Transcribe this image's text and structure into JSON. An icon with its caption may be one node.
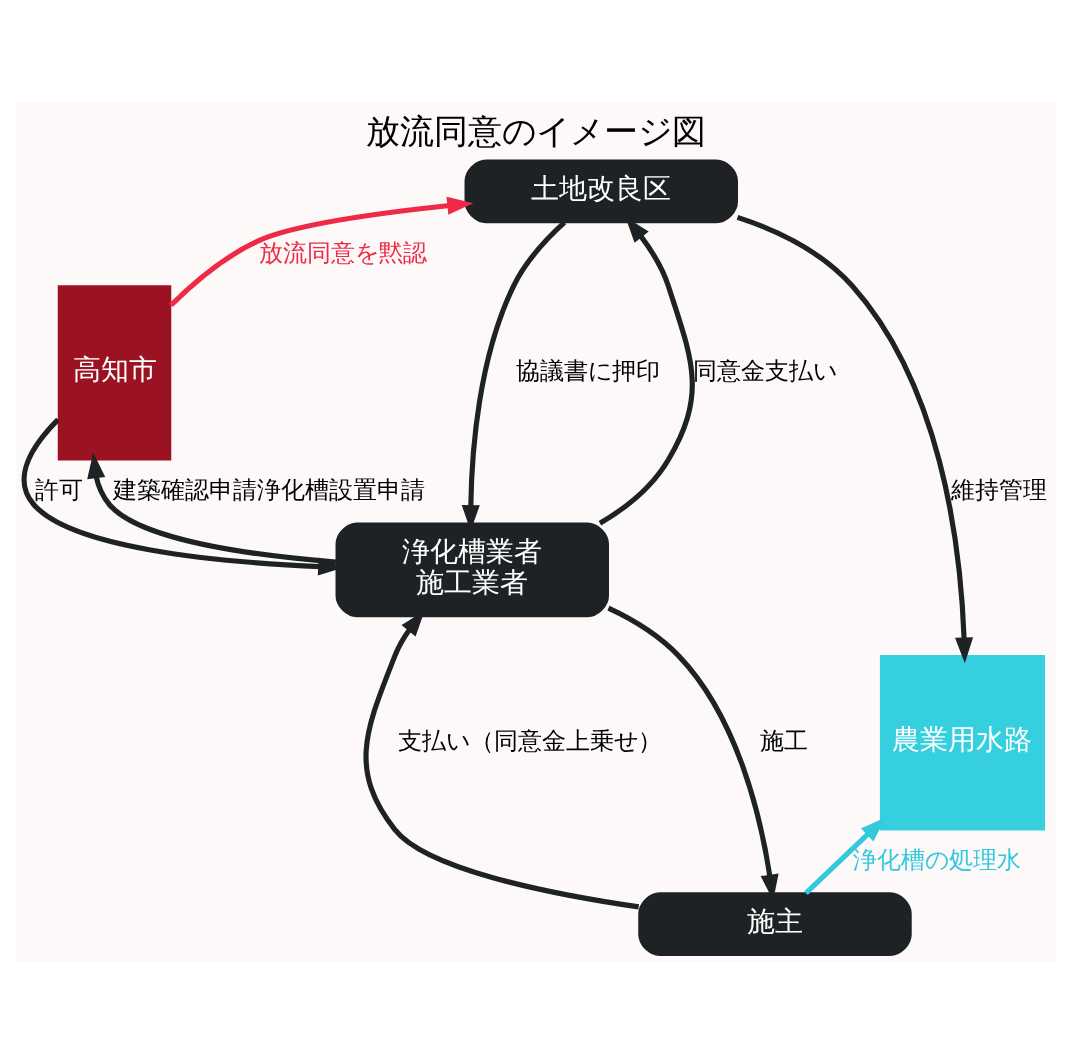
{
  "diagram": {
    "title": "放流同意のイメージ図",
    "nodes": [
      {
        "text": [
          "高知市"
        ]
      },
      {
        "text": [
          "土地改良区"
        ]
      },
      {
        "text": [
          "農業用水路"
        ]
      },
      {
        "text": [
          "浄化槽業者",
          "施工業者"
        ]
      },
      {
        "text": [
          "施主"
        ]
      }
    ],
    "edges": [
      {
        "from": 0,
        "to": 1,
        "arrow": "to",
        "label": "放流同意を黙認",
        "color": "#ee2a47"
      },
      {
        "from": 1,
        "to": 2,
        "arrow": "to",
        "label": "維持管理"
      },
      {
        "from": 1,
        "to": 3,
        "arrow": "to",
        "label": "協議書に押印"
      },
      {
        "from": 3,
        "to": 1,
        "arrow": "to",
        "label": "同意金支払い"
      },
      {
        "from": 3,
        "to": 0,
        "arrow": "to",
        "label": "建築確認申請浄化槽設置申請"
      },
      {
        "from": 0,
        "to": 3,
        "arrow": "to",
        "label": "許可"
      },
      {
        "from": 3,
        "to": 4,
        "arrow": "to",
        "label": "施工"
      },
      {
        "from": 4,
        "to": 3,
        "arrow": "to",
        "label": "支払い（同意金上乗せ）"
      },
      {
        "from": 4,
        "to": 2,
        "arrow": "to",
        "label": "浄化槽の処理水",
        "color": "#33c8dc"
      }
    ]
  }
}
